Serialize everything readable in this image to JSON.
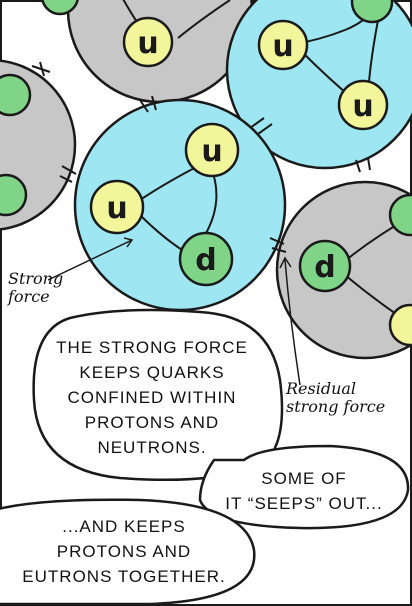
{
  "quarks": {
    "tl_u": "u",
    "tr_u1": "u",
    "tr_u2": "u",
    "mid_u_top": "u",
    "mid_u_left": "u",
    "mid_d": "d",
    "right_d": "d"
  },
  "labels": {
    "strong_force": "Strong\nforce",
    "residual_strong_force": "Residual\nstrong force"
  },
  "captions": {
    "bubble1": "THE STRONG FORCE\nKEEPS QUARKS\nCONFINED WITHIN\nPROTONS AND\nNEUTRONS.",
    "bubble2": "SOME OF\nIT “SEEPS” OUT...",
    "bubble3": "...AND KEEPS\nPROTONS AND\nEUTRONS TOGETHER."
  },
  "colors": {
    "proton": "#9ee6f2",
    "neutron": "#c7c7c7",
    "up_quark": "#f3f59b",
    "down_quark": "#7fd487",
    "ink": "#1a1a1a"
  }
}
